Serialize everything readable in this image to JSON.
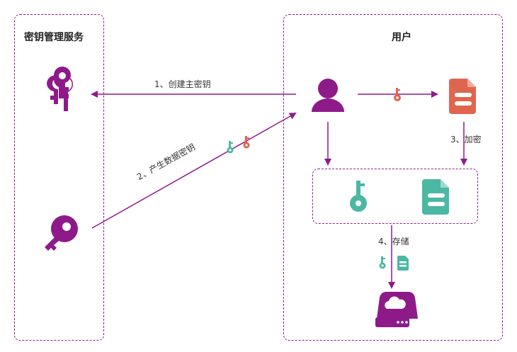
{
  "panels": {
    "kms_title": "密钥管理服务",
    "user_title": "用户"
  },
  "steps": {
    "step1": "1、创建主密钥",
    "step2": "2、产生数据密钥",
    "step3": "3、加密",
    "step4": "4、存储"
  },
  "icons": {
    "master_keys": "master-keys-icon",
    "data_key": "key-icon",
    "user": "user-icon",
    "document_plain": "document-icon",
    "key_small": "small-key-icon",
    "encrypted_key": "encrypted-key-icon",
    "encrypted_document": "encrypted-document-icon",
    "storage": "cloud-storage-drive-icon"
  },
  "colors": {
    "purple": "#8e1a8a",
    "red": "#e0654f",
    "teal": "#4bb8a3"
  }
}
